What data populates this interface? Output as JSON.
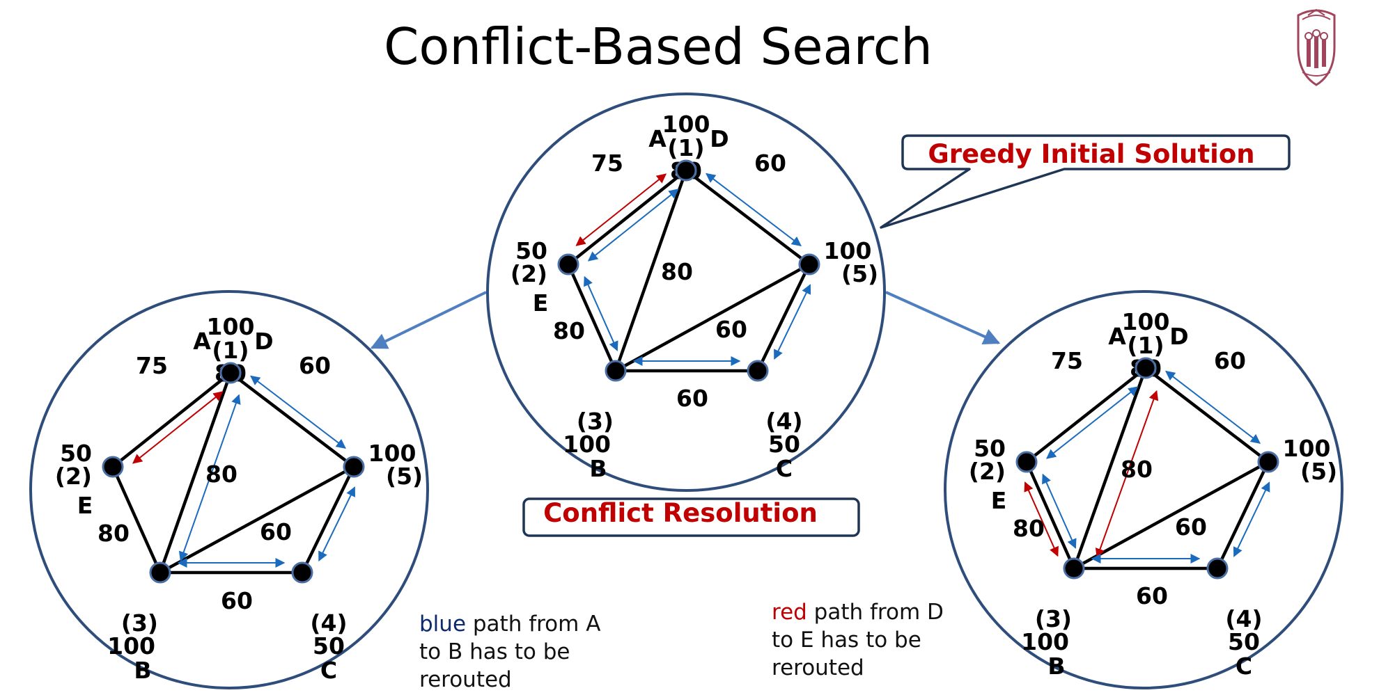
{
  "title": "Conflict-Based Search",
  "colors": {
    "blue_agent": "#0d2a6e",
    "red_agent": "#c00000",
    "path_blue": "#1a6bbd",
    "path_red": "#c00000",
    "circle": "#2e4d7b",
    "callout_text": "#c00000"
  },
  "callouts": {
    "greedy": "Greedy Initial Solution",
    "conflict": "Conflict Resolution"
  },
  "trees": [
    {
      "id": "root",
      "nodes": [
        {
          "id": "1",
          "num": "(1)",
          "cap": "100",
          "agent": "A",
          "agent_color": "blue",
          "extra": "D",
          "extra_color": "red"
        },
        {
          "id": "2",
          "num": "(2)",
          "cap": "50",
          "agent": "E",
          "agent_color": "red"
        },
        {
          "id": "3",
          "num": "(3)",
          "cap": "100",
          "agent": "B",
          "agent_color": "blue"
        },
        {
          "id": "4",
          "num": "(4)",
          "cap": "50",
          "agent": "C",
          "agent_color": "blue"
        },
        {
          "id": "5",
          "num": "(5)",
          "cap": "100"
        }
      ],
      "edges": [
        {
          "from": "1",
          "to": "2",
          "w": "75"
        },
        {
          "from": "1",
          "to": "5",
          "w": "60"
        },
        {
          "from": "1",
          "to": "3",
          "w": "80"
        },
        {
          "from": "2",
          "to": "3",
          "w": "80"
        },
        {
          "from": "3",
          "to": "5",
          "w": "60"
        },
        {
          "from": "5",
          "to": "4",
          "w": "80"
        },
        {
          "from": "3",
          "to": "4",
          "w": "60"
        }
      ],
      "paths": [
        {
          "from": "1",
          "to": "2",
          "color": "blue"
        },
        {
          "from": "1",
          "to": "2",
          "color": "red"
        },
        {
          "from": "2",
          "to": "3",
          "color": "blue"
        },
        {
          "from": "1",
          "to": "5",
          "color": "blue"
        },
        {
          "from": "5",
          "to": "4",
          "color": "blue"
        },
        {
          "from": "3",
          "to": "4",
          "color": "blue"
        }
      ]
    },
    {
      "id": "left",
      "nodes": [
        {
          "id": "1",
          "num": "(1)",
          "cap": "100",
          "agent": "A",
          "agent_color": "blue",
          "extra": "D",
          "extra_color": "red"
        },
        {
          "id": "2",
          "num": "(2)",
          "cap": "50",
          "agent": "E",
          "agent_color": "red"
        },
        {
          "id": "3",
          "num": "(3)",
          "cap": "100",
          "agent": "B",
          "agent_color": "blue"
        },
        {
          "id": "4",
          "num": "(4)",
          "cap": "50",
          "agent": "C",
          "agent_color": "blue"
        },
        {
          "id": "5",
          "num": "(5)",
          "cap": "100"
        }
      ],
      "edges": [
        {
          "from": "1",
          "to": "2",
          "w": "75"
        },
        {
          "from": "1",
          "to": "5",
          "w": "60"
        },
        {
          "from": "1",
          "to": "3",
          "w": "80"
        },
        {
          "from": "2",
          "to": "3",
          "w": "80"
        },
        {
          "from": "3",
          "to": "5",
          "w": "60"
        },
        {
          "from": "5",
          "to": "4",
          "w": "80"
        },
        {
          "from": "3",
          "to": "4",
          "w": "60"
        }
      ],
      "paths": [
        {
          "from": "1",
          "to": "2",
          "color": "red"
        },
        {
          "from": "1",
          "to": "3",
          "color": "blue"
        },
        {
          "from": "1",
          "to": "5",
          "color": "blue"
        },
        {
          "from": "5",
          "to": "4",
          "color": "blue"
        },
        {
          "from": "3",
          "to": "4",
          "color": "blue"
        }
      ]
    },
    {
      "id": "right",
      "nodes": [
        {
          "id": "1",
          "num": "(1)",
          "cap": "100",
          "agent": "A",
          "agent_color": "blue",
          "extra": "D",
          "extra_color": "red"
        },
        {
          "id": "2",
          "num": "(2)",
          "cap": "50",
          "agent": "E",
          "agent_color": "red"
        },
        {
          "id": "3",
          "num": "(3)",
          "cap": "100",
          "agent": "B",
          "agent_color": "blue"
        },
        {
          "id": "4",
          "num": "(4)",
          "cap": "50",
          "agent": "C",
          "agent_color": "blue"
        },
        {
          "id": "5",
          "num": "(5)",
          "cap": "100"
        }
      ],
      "edges": [
        {
          "from": "1",
          "to": "2",
          "w": "75"
        },
        {
          "from": "1",
          "to": "5",
          "w": "60"
        },
        {
          "from": "1",
          "to": "3",
          "w": "80"
        },
        {
          "from": "2",
          "to": "3",
          "w": "80"
        },
        {
          "from": "3",
          "to": "5",
          "w": "60"
        },
        {
          "from": "5",
          "to": "4",
          "w": "80"
        },
        {
          "from": "3",
          "to": "4",
          "w": "60"
        }
      ],
      "paths": [
        {
          "from": "1",
          "to": "2",
          "color": "blue"
        },
        {
          "from": "1",
          "to": "3",
          "color": "red"
        },
        {
          "from": "2",
          "to": "3",
          "color": "blue"
        },
        {
          "from": "2",
          "to": "3",
          "color": "red"
        },
        {
          "from": "1",
          "to": "5",
          "color": "blue"
        },
        {
          "from": "5",
          "to": "4",
          "color": "blue"
        },
        {
          "from": "3",
          "to": "4",
          "color": "blue"
        }
      ]
    }
  ],
  "notes": {
    "left": {
      "highlight": "blue",
      "line1_rest": " path from A",
      "line2": "to B has to be",
      "line3": "rerouted"
    },
    "right": {
      "highlight": "red",
      "line1_rest": " path from D",
      "line2": "to E has to be",
      "line3": "rerouted"
    }
  }
}
